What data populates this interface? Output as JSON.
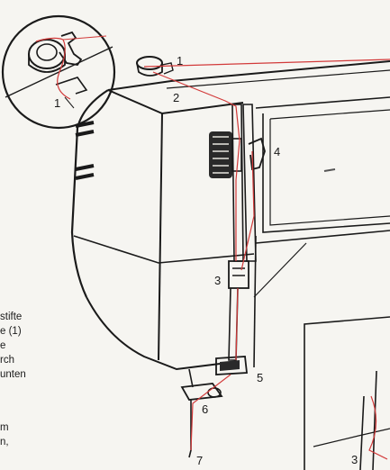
{
  "callouts": {
    "inset_1": "1",
    "n1": "1",
    "n2": "2",
    "n3": "3",
    "n4": "4",
    "n5": "5",
    "n6": "6",
    "n7": "7",
    "detail_3": "3"
  },
  "side_text": {
    "line1": "stifte",
    "line2": "e (1)",
    "line3": "e",
    "line4": "rch",
    "line5": "unten",
    "line6": "m",
    "line7": "n,"
  },
  "colors": {
    "thread": "#d23a3a",
    "ink": "#1a1a1a",
    "paper": "#f6f5f1"
  }
}
